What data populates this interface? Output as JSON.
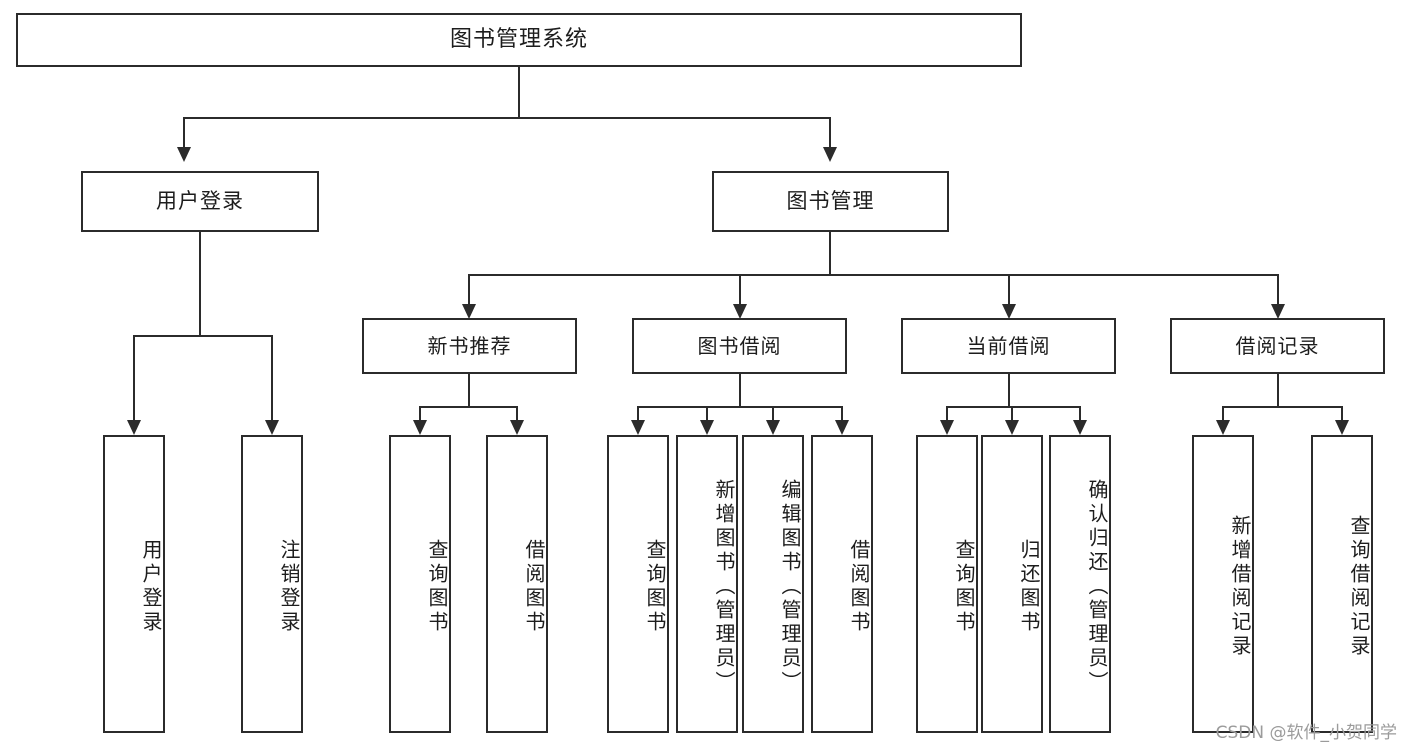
{
  "diagram": {
    "title": "图书管理系统",
    "type": "tree-hierarchy-chart",
    "root": {
      "label": "图书管理系统"
    },
    "level2": [
      {
        "label": "用户登录"
      },
      {
        "label": "图书管理"
      }
    ],
    "level3": [
      {
        "label": "新书推荐"
      },
      {
        "label": "图书借阅"
      },
      {
        "label": "当前借阅"
      },
      {
        "label": "借阅记录"
      }
    ],
    "leaves": {
      "user_login": [
        {
          "label": "用户登录"
        },
        {
          "label": "注销登录"
        }
      ],
      "new_book_recommend": [
        {
          "label": "查询图书"
        },
        {
          "label": "借阅图书"
        }
      ],
      "book_borrow": [
        {
          "label": "查询图书"
        },
        {
          "label": "新增图书（管理员）"
        },
        {
          "label": "编辑图书（管理员）"
        },
        {
          "label": "借阅图书"
        }
      ],
      "current_borrow": [
        {
          "label": "查询图书"
        },
        {
          "label": "归还图书"
        },
        {
          "label": "确认归还（管理员）"
        }
      ],
      "borrow_record": [
        {
          "label": "新增借阅记录"
        },
        {
          "label": "查询借阅记录"
        }
      ]
    }
  },
  "watermark": {
    "text": "CSDN @软件_小贺同学"
  },
  "colors": {
    "stroke": "#2b2b2b",
    "fill": "#ffffff",
    "text": "#1d1d1d",
    "watermark": "#9b9b9b"
  }
}
